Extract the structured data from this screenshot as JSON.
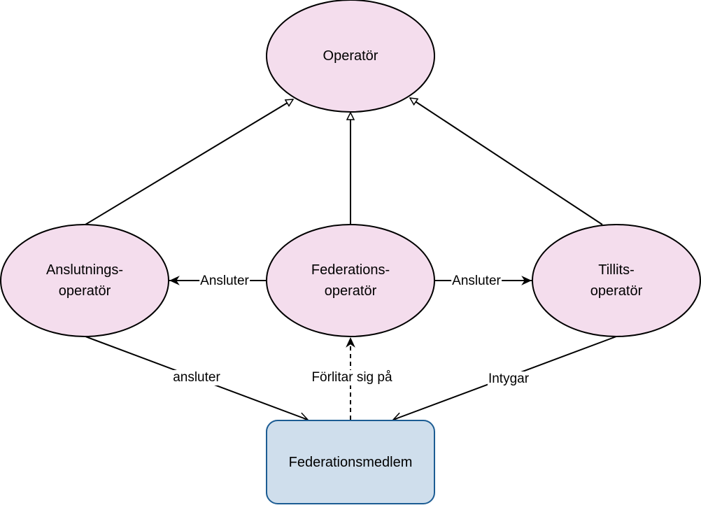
{
  "colors": {
    "operator_fill": "#f4dded",
    "operator_stroke": "#000000",
    "member_fill": "#cfdeec",
    "member_stroke": "#1c5c93",
    "edge": "#000000"
  },
  "nodes": {
    "operator": {
      "label": "Operatör"
    },
    "anslutningsoperator": {
      "line1": "Anslutnings-",
      "line2": "operatör"
    },
    "federationsoperator": {
      "line1": "Federations-",
      "line2": "operatör"
    },
    "tillitsoperator": {
      "line1": "Tillits-",
      "line2": "operatör"
    },
    "federationsmedlem": {
      "label": "Federationsmedlem"
    }
  },
  "edges": {
    "fed_to_ansl": {
      "label": "Ansluter"
    },
    "fed_to_tillit": {
      "label": "Ansluter"
    },
    "ansl_to_member": {
      "label": "ansluter"
    },
    "member_to_fed": {
      "label": "Förlitar sig på"
    },
    "tillit_to_member": {
      "label": "Intygar"
    }
  }
}
